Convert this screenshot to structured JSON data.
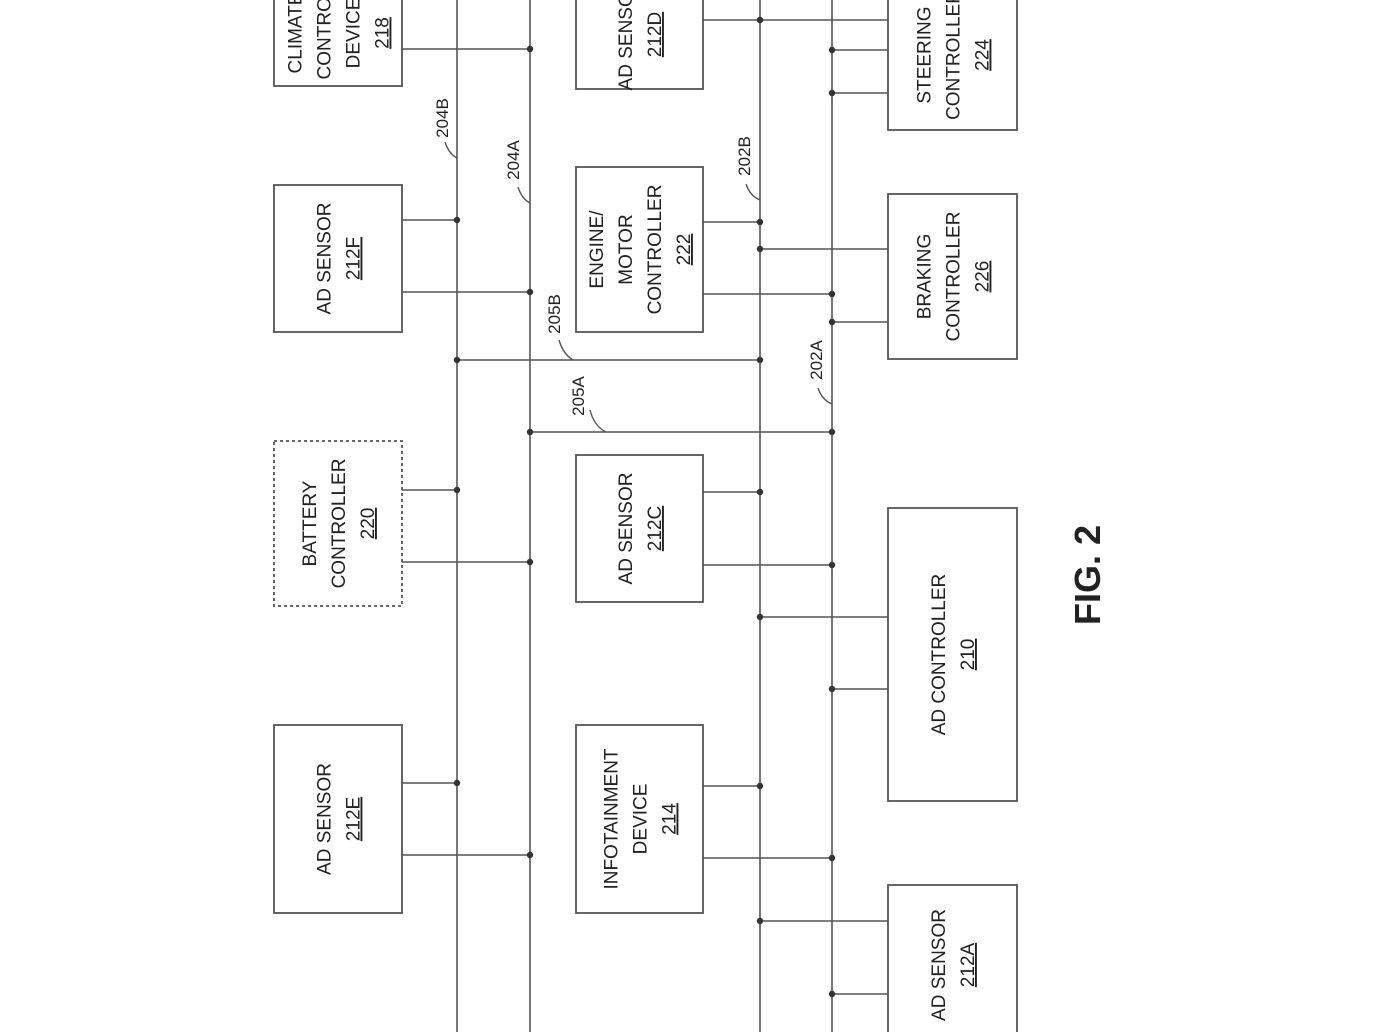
{
  "figure": {
    "label": "FIG. 2"
  },
  "boxes": [
    {
      "id": "climate",
      "name": "climate-control-device-box",
      "dashed": false,
      "lines": [
        "CLIMATE",
        "CONTROL",
        "DEVICE"
      ],
      "ref": "218"
    },
    {
      "id": "ad212f",
      "name": "ad-sensor-212f-box",
      "dashed": false,
      "lines": [
        "AD SENSOR"
      ],
      "ref": "212F"
    },
    {
      "id": "battery",
      "name": "battery-controller-box",
      "dashed": true,
      "lines": [
        "BATTERY",
        "CONTROLLER"
      ],
      "ref": "220"
    },
    {
      "id": "ad212e",
      "name": "ad-sensor-212e-box",
      "dashed": false,
      "lines": [
        "AD SENSOR"
      ],
      "ref": "212E"
    },
    {
      "id": "ad212d",
      "name": "ad-sensor-212d-box",
      "dashed": false,
      "lines": [
        "AD SENSOR"
      ],
      "ref": "212D"
    },
    {
      "id": "engine",
      "name": "engine-motor-controller-box",
      "dashed": false,
      "lines": [
        "ENGINE/",
        "MOTOR",
        "CONTROLLER"
      ],
      "ref": "222"
    },
    {
      "id": "ad212c",
      "name": "ad-sensor-212c-box",
      "dashed": false,
      "lines": [
        "AD SENSOR"
      ],
      "ref": "212C"
    },
    {
      "id": "infotainment",
      "name": "infotainment-device-box",
      "dashed": false,
      "lines": [
        "INFOTAINMENT",
        "DEVICE"
      ],
      "ref": "214"
    },
    {
      "id": "steering",
      "name": "steering-controller-box",
      "dashed": false,
      "lines": [
        "STEERING",
        "CONTROLLER"
      ],
      "ref": "224"
    },
    {
      "id": "braking",
      "name": "braking-controller-box",
      "dashed": false,
      "lines": [
        "BRAKING",
        "CONTROLLER"
      ],
      "ref": "226"
    },
    {
      "id": "adctrl",
      "name": "ad-controller-box",
      "dashed": false,
      "lines": [
        "AD CONTROLLER"
      ],
      "ref": "210"
    },
    {
      "id": "ad212a",
      "name": "ad-sensor-212a-box",
      "dashed": false,
      "lines": [
        "AD SENSOR"
      ],
      "ref": "212A"
    }
  ],
  "buses": [
    {
      "id": "204B",
      "name": "bus-204b-label",
      "label": "204B"
    },
    {
      "id": "204A",
      "name": "bus-204a-label",
      "label": "204A"
    },
    {
      "id": "202B",
      "name": "bus-202b-label",
      "label": "202B"
    },
    {
      "id": "202A",
      "name": "bus-202a-label",
      "label": "202A"
    },
    {
      "id": "205B",
      "name": "bus-205b-label",
      "label": "205B"
    },
    {
      "id": "205A",
      "name": "bus-205a-label",
      "label": "205A"
    }
  ]
}
